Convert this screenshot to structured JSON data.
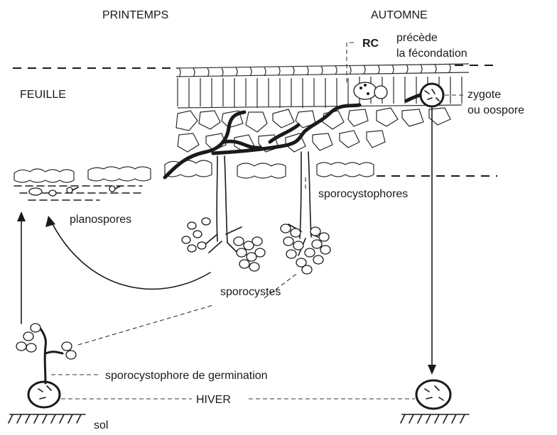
{
  "labels": {
    "spring": "PRINTEMPS",
    "autumn": "AUTOMNE",
    "rc": "RC",
    "precedes_line1": "précède",
    "precedes_line2": "la fécondation",
    "leaf": "FEUILLE",
    "zygote_line1": "zygote",
    "zygote_line2": "ou oospore",
    "sporocystophores": "sporocystophores",
    "planospores": "planospores",
    "sporocystes": "sporocystes",
    "germination": "sporocystophore de germination",
    "winter": "HIVER",
    "soil": "sol"
  }
}
